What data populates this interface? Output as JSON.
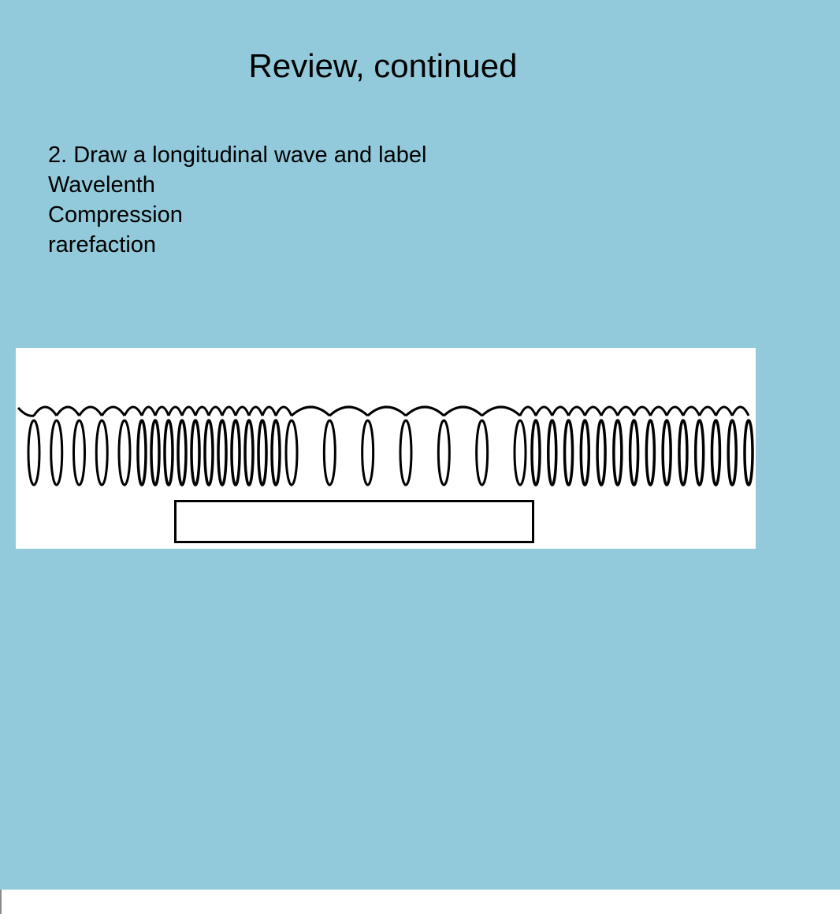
{
  "slide": {
    "title": "Review, continued",
    "question": "2. Draw a longitudinal wave and label",
    "terms": [
      "Wavelenth",
      "Compression",
      "rarefaction"
    ],
    "background_color": "#92cadb"
  },
  "diagram": {
    "subject": "spring-coil-longitudinal-wave",
    "coil_color": "#000000",
    "label_box_text": ""
  }
}
